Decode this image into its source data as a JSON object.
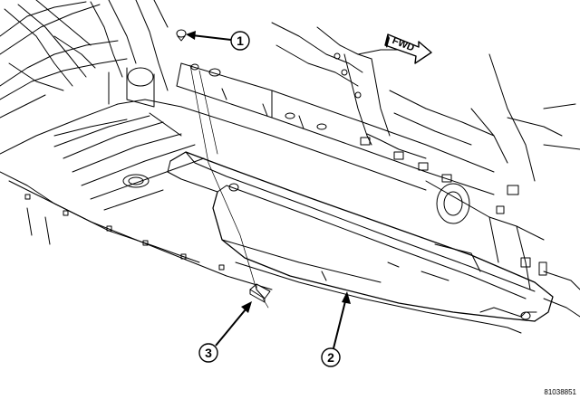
{
  "callouts": [
    {
      "number": "1"
    },
    {
      "number": "2"
    },
    {
      "number": "3"
    }
  ],
  "direction_label": "FWD",
  "figure_code": "81038851"
}
